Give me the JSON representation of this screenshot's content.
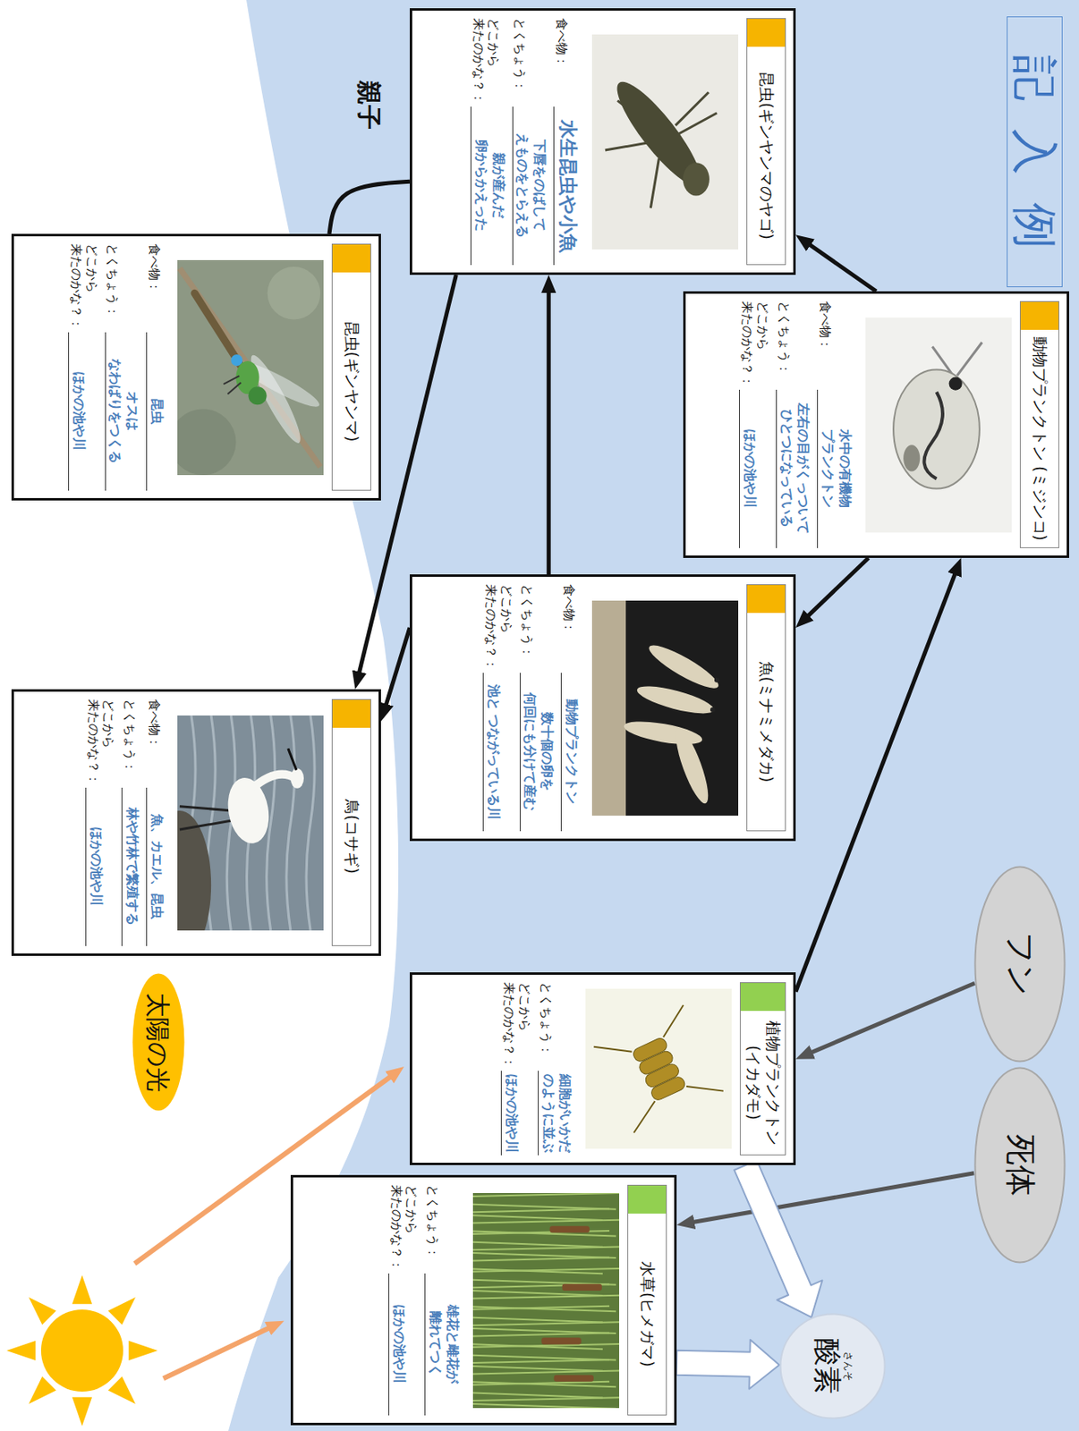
{
  "diagram": {
    "title": "記入例",
    "nodes": [
      {
        "text": [
          "昆虫(ギンヤンマのヤゴ)",
          "食べ物：",
          "水生昆虫や小魚",
          "とくちょう：",
          "下唇をのばして えものをとらえる",
          "どこから 来たのかな？：",
          "親が産んだ 卵からかえった"
        ]
      },
      {
        "text": [
          "動物プランクトン (ミジンコ)",
          "食べ物：",
          "水中の有機物 プランクトン",
          "とくちょう：",
          "左右の目がくっついて ひとつになっている",
          "どこから 来たのかな？：",
          "ほかの池や川"
        ]
      },
      {
        "text": [
          "昆虫(ギンヤンマ)",
          "食べ物：",
          "昆虫",
          "とくちょう：",
          "オスは なわばりをつくる",
          "どこから 来たのかな？：",
          "ほかの池や川"
        ]
      },
      {
        "text": [
          "魚(ミナミメダカ)",
          "食べ物：",
          "動物プランクトン",
          "とくちょう：",
          "数十個の卵を 何回にも分けて産む",
          "どこから 来たのかな？：",
          "池と つながっている川"
        ]
      },
      {
        "text": [
          "鳥(コサギ)",
          "食べ物：",
          "魚、カエル、昆虫",
          "とくちょう：",
          "林や竹林で繁殖する",
          "どこから 来たのかな？：",
          "ほかの池や川"
        ]
      },
      {
        "text": [
          "植物プランクトン (イカダモ)",
          "とくちょう：",
          "細胞がいかだ のように並ぶ",
          "どこから 来たのかな？：",
          "ほかの池や川"
        ]
      },
      {
        "text": [
          "水草(ヒメガマ)",
          "とくちょう：",
          "雄花と雌花が 離れてつく",
          "どこから 来たのかな？：",
          "ほかの池や川"
        ]
      },
      {
        "text": [
          "フン"
        ]
      },
      {
        "text": [
          "死体"
        ]
      },
      {
        "text": [
          "太陽の光"
        ]
      },
      {
        "text": [
          "さんそ",
          "酸素"
        ]
      }
    ],
    "edges": [
      {
        "from": 2,
        "to": 0,
        "label": "親子",
        "arrow": "none"
      },
      {
        "from": 0,
        "to": 4,
        "arrow": "to"
      },
      {
        "from": 3,
        "to": 4,
        "arrow": "to"
      },
      {
        "from": 3,
        "to": 0,
        "arrow": "to"
      },
      {
        "from": 1,
        "to": 0,
        "arrow": "to"
      },
      {
        "from": 1,
        "to": 3,
        "arrow": "to"
      },
      {
        "from": 5,
        "to": 1,
        "arrow": "to"
      },
      {
        "from": 7,
        "to": 5,
        "arrow": "to"
      },
      {
        "from": 8,
        "to": 6,
        "arrow": "to"
      },
      {
        "from": 6,
        "to": 10,
        "arrow": "to"
      },
      {
        "from": 5,
        "to": 10,
        "arrow": "to"
      }
    ]
  }
}
